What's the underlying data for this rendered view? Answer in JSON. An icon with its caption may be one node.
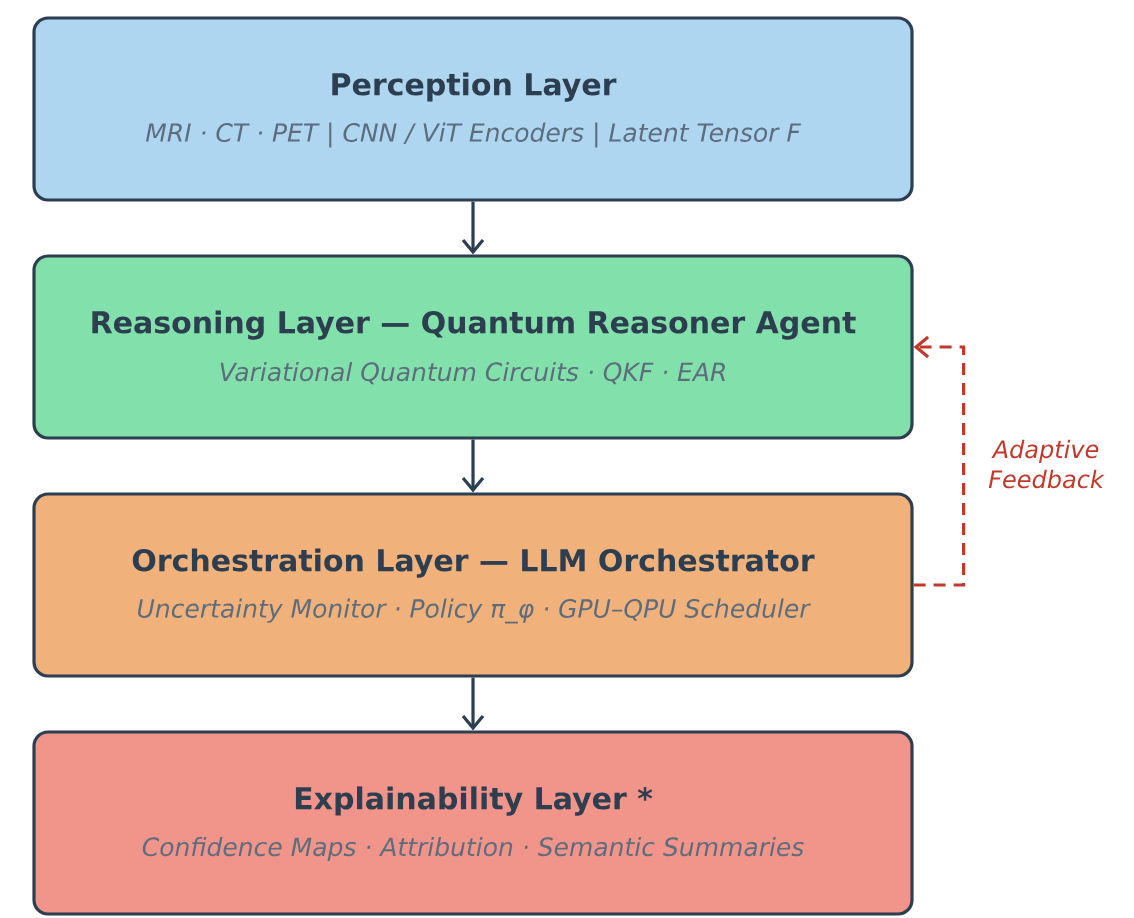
{
  "diagram": {
    "nodes": [
      {
        "text": [
          "Perception Layer",
          "MRI · CT · PET   |   CNN / ViT Encoders   |   Latent Tensor F"
        ]
      },
      {
        "text": [
          "Reasoning Layer  —  Quantum Reasoner Agent",
          "Variational Quantum Circuits   ·   QKF   ·   EAR"
        ]
      },
      {
        "text": [
          "Orchestration Layer  —  LLM Orchestrator",
          "Uncertainty Monitor   ·   Policy π_φ   ·   GPU–QPU Scheduler"
        ]
      },
      {
        "text": [
          "Explainability Layer  *",
          "Confidence Maps   ·   Attribution   ·   Semantic Summaries"
        ]
      }
    ],
    "edges": [
      {
        "from": 0,
        "to": 1,
        "arrow": "to"
      },
      {
        "from": 1,
        "to": 2,
        "arrow": "to"
      },
      {
        "from": 2,
        "to": 3,
        "arrow": "to"
      },
      {
        "from": 2,
        "to": 1,
        "arrow": "to",
        "label": "Adaptive Feedback",
        "style": "dashed",
        "color": "#c0392b"
      }
    ]
  }
}
